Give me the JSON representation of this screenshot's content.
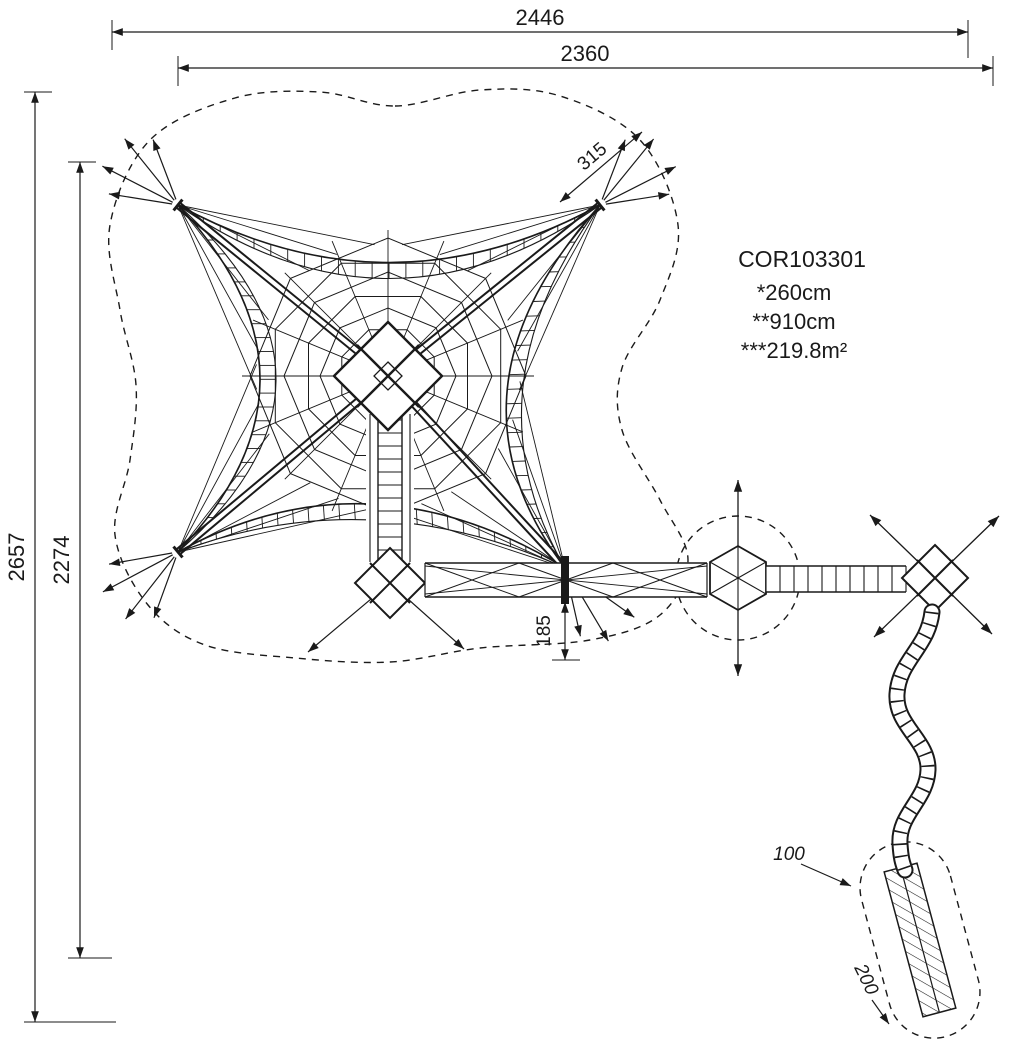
{
  "drawing": {
    "product_code": "COR103301",
    "specs": {
      "line1": "*260cm",
      "line2": "**910cm",
      "line3": "***219.8m²"
    },
    "dimensions": {
      "overall_width": "2446",
      "net_width": "2360",
      "overall_depth": "2657",
      "net_depth": "2274",
      "corner_rope": "315",
      "bridge": "185",
      "anchor_width": "100",
      "anchor_length": "200"
    }
  }
}
